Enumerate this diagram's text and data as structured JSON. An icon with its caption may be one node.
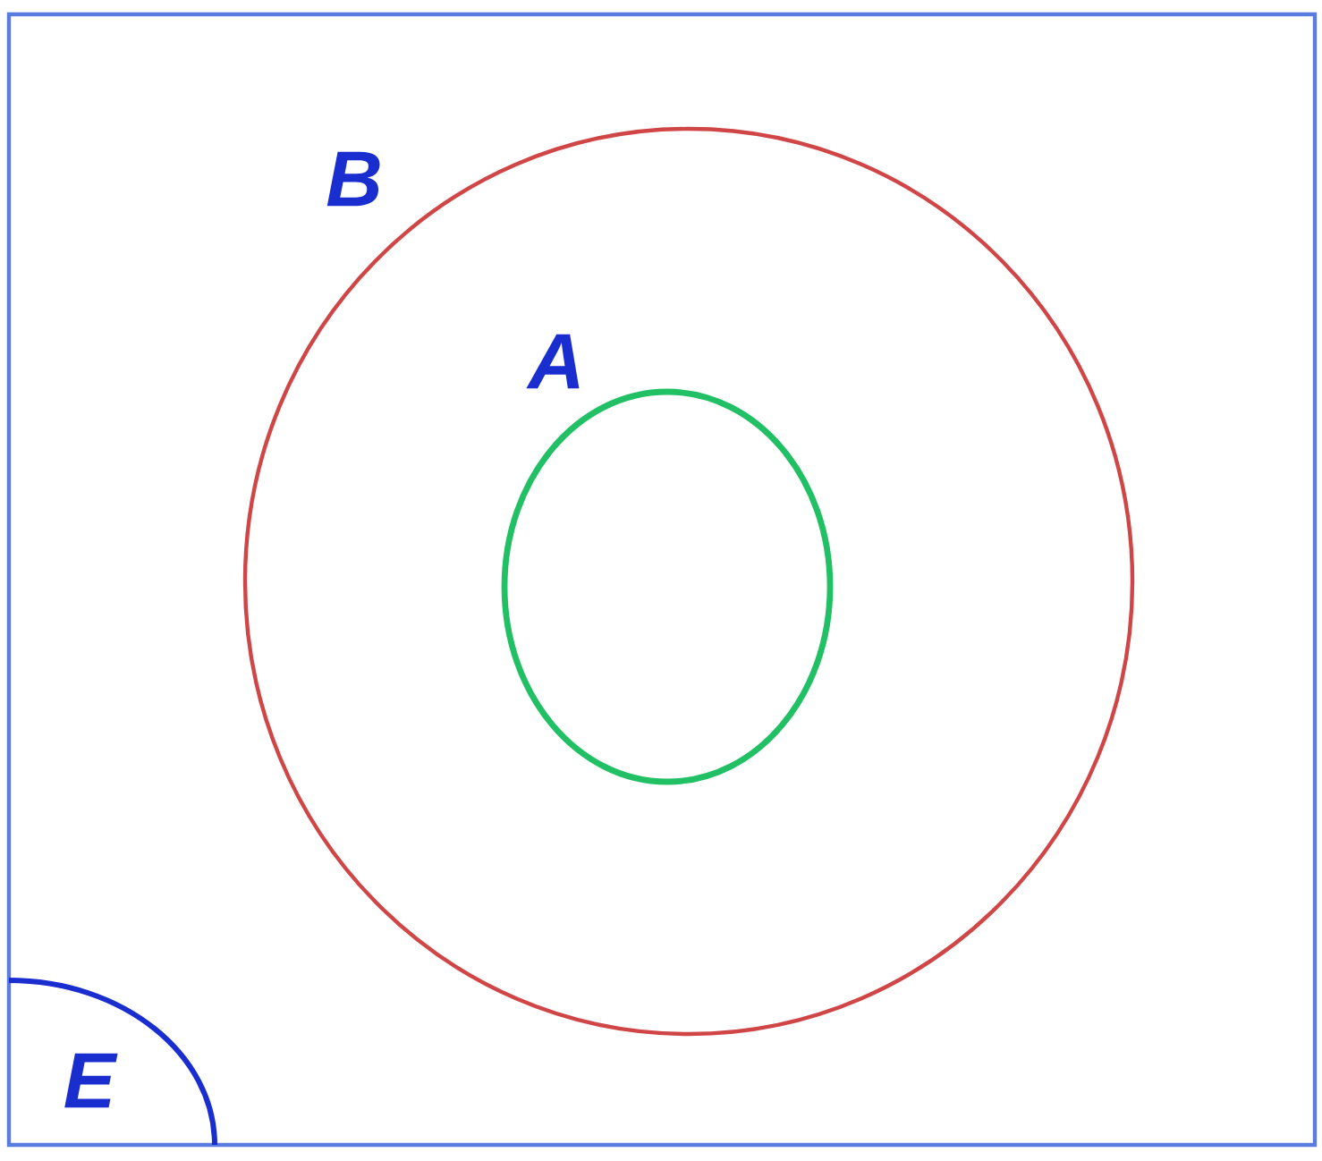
{
  "diagram": {
    "nodes": [
      {
        "text": [
          "E"
        ]
      },
      {
        "text": [
          "B"
        ],
        "in": 0
      },
      {
        "text": [
          "A"
        ],
        "in": 1
      }
    ]
  }
}
